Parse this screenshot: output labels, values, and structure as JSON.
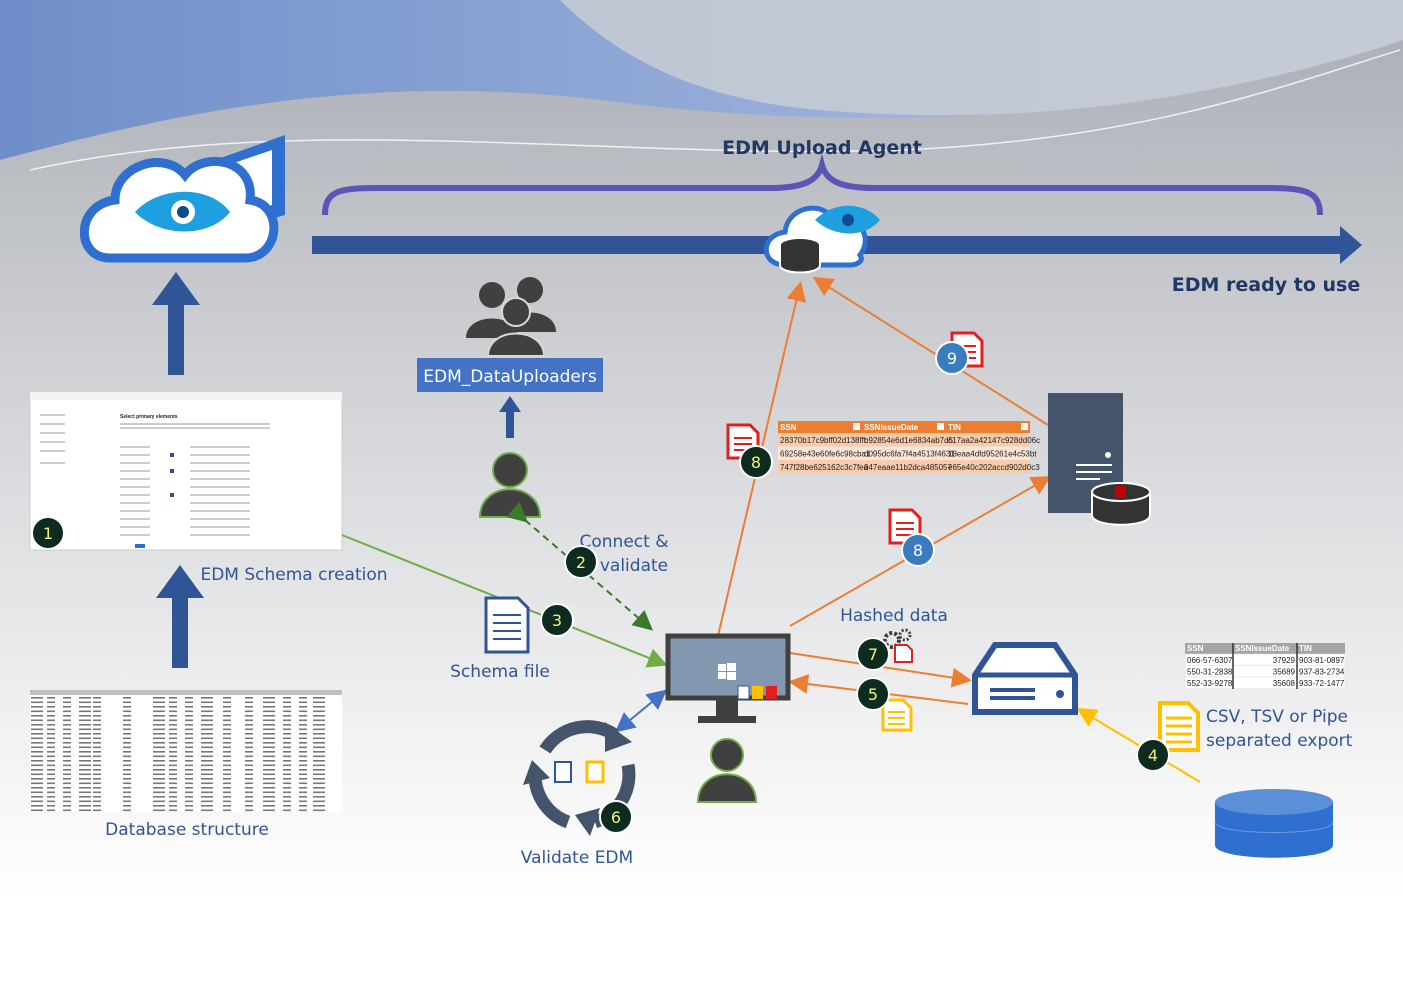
{
  "labels": {
    "upload_agent": "EDM Upload Agent",
    "ready": "EDM ready to use",
    "uploaders": "EDM_DataUploaders",
    "schema_creation": "EDM Schema creation",
    "connect_line1": "Connect &",
    "connect_line2": "validate",
    "schema_file": "Schema file",
    "database_structure": "Database structure",
    "validate_edm": "Validate EDM",
    "hashed_data": "Hashed data",
    "export_line1": "CSV, TSV or Pipe",
    "export_line2": "separated export",
    "schema_screen_title": "Select primary elements"
  },
  "steps": [
    "1",
    "2",
    "3",
    "4",
    "5",
    "6",
    "7",
    "8",
    "8",
    "9"
  ],
  "hashed_table": {
    "headers": [
      "SSN",
      "SSNIssueDate",
      "TIN"
    ],
    "rows": [
      [
        "28370b17c9bff02d138fft",
        "b92854e6d1e6834ab7d5",
        "c17aa2a42147c928dd06c"
      ],
      [
        "69258e43e60fe6c98cba1",
        "d095dc6fa7f4a4513f4631",
        "18eaa4dfd95261e4c53bt"
      ],
      [
        "747f28be625162c3c7fea",
        "047eaae11b2dca485057",
        "e65e40c202accd902d0c3"
      ]
    ]
  },
  "source_table": {
    "headers": [
      "SSN",
      "SSNIssueDate",
      "TIN"
    ],
    "rows": [
      [
        "066-57-6307",
        "37929",
        "903-81-0897"
      ],
      [
        "550-31-2838",
        "35689",
        "937-83-2734"
      ],
      [
        "552-33-9278",
        "35608",
        "933-72-1477"
      ]
    ]
  },
  "colors": {
    "blue_arrow": "#2f5597",
    "brace": "#5b55b5",
    "orange": "#ed7d31",
    "green": "#70ad47",
    "yellow": "#ffc000",
    "step_dark": "#0d2b1e",
    "step_blue": "#3a7cc0"
  }
}
